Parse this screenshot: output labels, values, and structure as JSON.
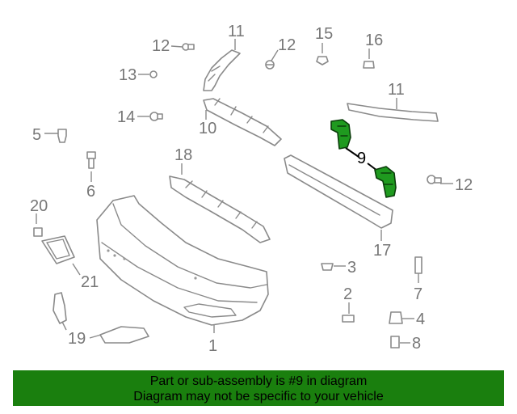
{
  "diagram": {
    "callouts": {
      "n1": "1",
      "n2": "2",
      "n3": "3",
      "n4": "4",
      "n5": "5",
      "n6": "6",
      "n7": "7",
      "n8": "8",
      "n9": "9",
      "n10": "10",
      "n11a": "11",
      "n11b": "11",
      "n12a": "12",
      "n12b": "12",
      "n12c": "12",
      "n13": "13",
      "n14": "14",
      "n15": "15",
      "n16": "16",
      "n17": "17",
      "n18": "18",
      "n19": "19",
      "n20": "20",
      "n21": "21"
    },
    "highlight_part": "9",
    "colors": {
      "highlight": "#1f9a1f",
      "line": "#8a8a8a",
      "footer": "#1a7f0e"
    }
  },
  "footer": {
    "line1": "Part or sub-assembly is #9 in diagram",
    "line2": "Diagram may not be specific to your vehicle"
  }
}
